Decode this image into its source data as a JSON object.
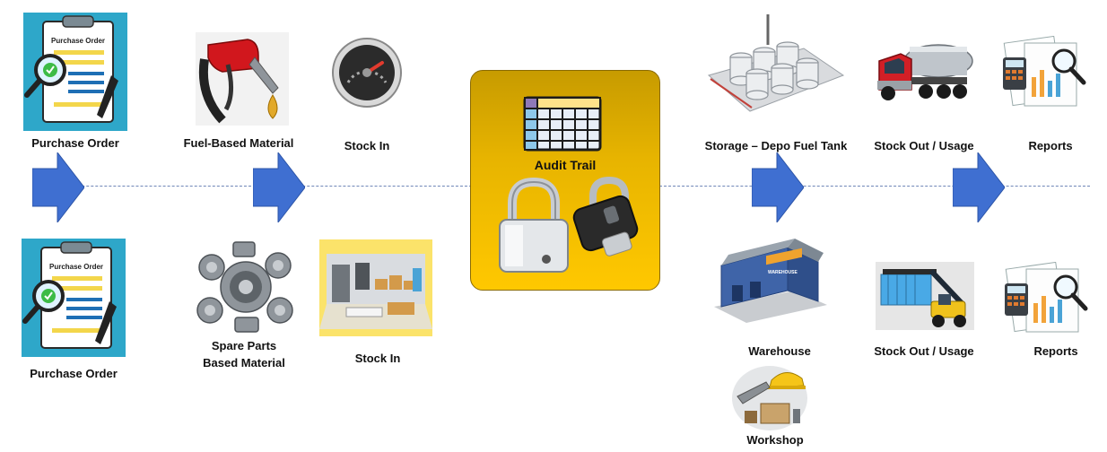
{
  "top_row": {
    "purchase_order": "Purchase Order",
    "fuel_material": "Fuel-Based Material",
    "stock_in": "Stock In",
    "storage": "Storage – Depo Fuel Tank",
    "stock_out": "Stock Out / Usage",
    "reports": "Reports"
  },
  "bottom_row": {
    "purchase_order": "Purchase Order",
    "spare_parts_line1": "Spare Parts",
    "spare_parts_line2": "Based Material",
    "stock_in": "Stock In",
    "warehouse": "Warehouse",
    "stock_out": "Stock Out / Usage",
    "reports": "Reports",
    "workshop": "Workshop"
  },
  "center": {
    "audit_trail": "Audit Trail"
  },
  "document_text": {
    "purchase_order_heading": "Purchase Order",
    "warehouse_sign": "WAREHOUSE"
  },
  "colors": {
    "arrow_blue": "#3f6fd1",
    "audit_gold": "#ffc800",
    "document_teal": "#2ea7c9"
  }
}
